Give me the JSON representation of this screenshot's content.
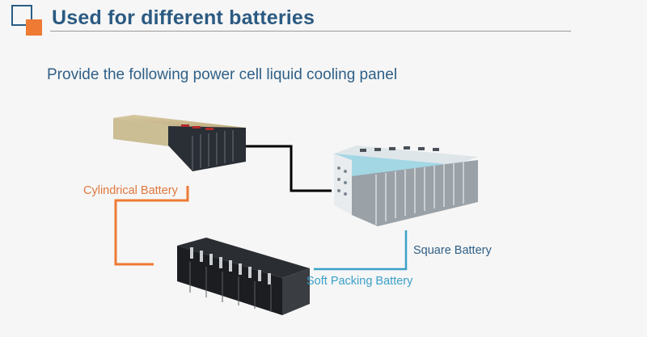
{
  "header": {
    "title": "Used for different batteries"
  },
  "subtitle": "Provide the following power cell liquid cooling panel",
  "labels": {
    "cylindrical": "Cylindrical Battery",
    "square": "Square Battery",
    "soft_packing": "Soft Packing Battery"
  },
  "colors": {
    "title": "#2b5a82",
    "accent_orange": "#ee7a34",
    "label_orange": "#e0783c",
    "label_blue": "#2f5f86",
    "connector_cyan": "#3aa0c8",
    "connector_black": "#000000"
  }
}
